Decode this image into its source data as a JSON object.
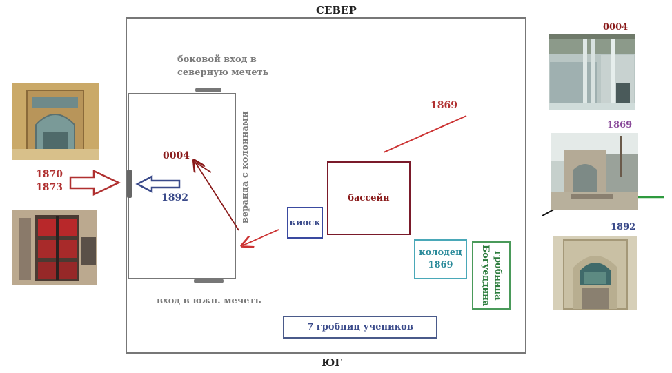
{
  "compass": {
    "north": "СЕВЕР",
    "south": "ЮГ"
  },
  "labels": {
    "side_entrance": "боковой вход в северную мечеть",
    "south_entrance": "вход в южн. мечеть",
    "veranda": "веранда с колоннами",
    "mosque_code": "0004",
    "door_years_1": "1870",
    "door_years_2": "1873",
    "door_year_blue": "1892",
    "arrow_year": "1869"
  },
  "features": {
    "pool": "бассейн",
    "kiosk": "киоск",
    "well_name": "колодец",
    "well_year": "1869",
    "tomb": "гробница Богуеддина",
    "student_tombs": "7 гробниц учеников"
  },
  "photos": {
    "right_top_label": "0004",
    "right_mid_label": "1869",
    "right_bottom_label": "1892"
  },
  "colors": {
    "red": "#b03030",
    "dark_red": "#8a1b1b",
    "blue": "#3a4a8a",
    "teal": "#2a8a9a",
    "green": "#2e7d3e",
    "purple": "#8a4a9a",
    "gray": "#7a7a7a"
  }
}
